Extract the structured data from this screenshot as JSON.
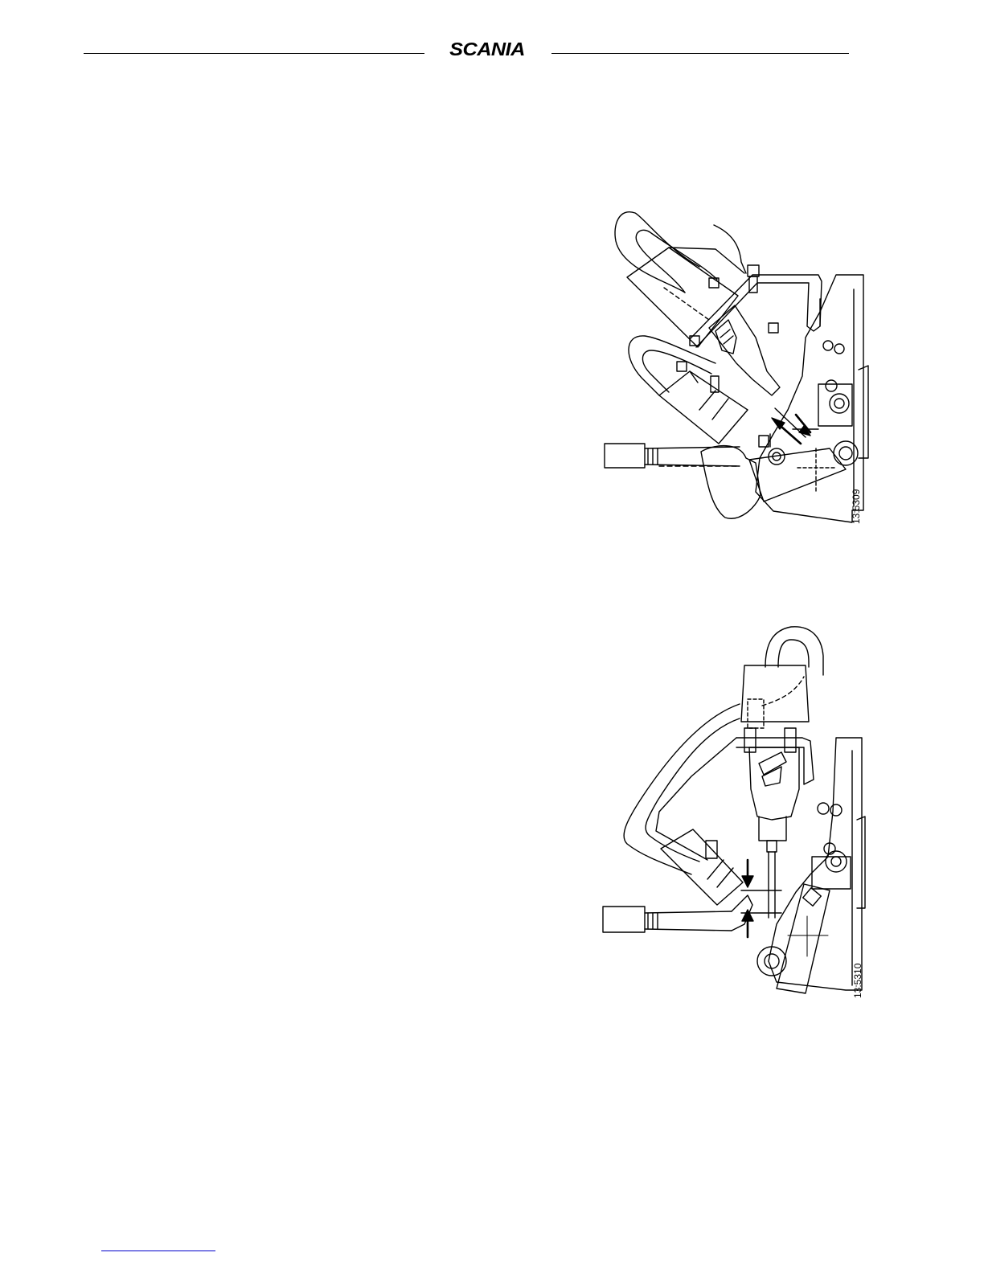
{
  "header": {
    "logo_text": "SCANIA"
  },
  "figures": [
    {
      "code": "13:5309"
    },
    {
      "code": "13:5310"
    }
  ],
  "colors": {
    "ink": "#000000",
    "paper": "#ffffff",
    "footer_link": "#0000cc"
  }
}
